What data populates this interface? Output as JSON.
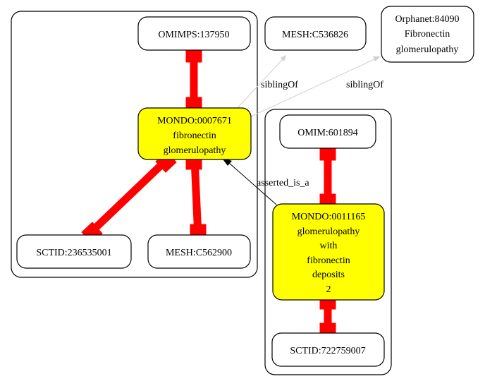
{
  "nodes": {
    "omimps_137950": {
      "lines": [
        "OMIMPS:137950"
      ]
    },
    "mesh_c536826": {
      "lines": [
        "MESH:C536826"
      ]
    },
    "orphanet_84090": {
      "lines": [
        "Orphanet:84090",
        "Fibronectin",
        "glomerulopathy"
      ]
    },
    "mondo_0007671": {
      "lines": [
        "MONDO:0007671",
        "fibronectin",
        "glomerulopathy"
      ]
    },
    "omim_601894": {
      "lines": [
        "OMIM:601894"
      ]
    },
    "sctid_236535001": {
      "lines": [
        "SCTID:236535001"
      ]
    },
    "mesh_c562900": {
      "lines": [
        "MESH:C562900"
      ]
    },
    "mondo_0011165": {
      "lines": [
        "MONDO:0011165",
        "glomerulopathy",
        "with",
        "fibronectin",
        "deposits",
        "2"
      ]
    },
    "sctid_722759007": {
      "lines": [
        "SCTID:722759007"
      ]
    }
  },
  "edges": {
    "sibling_of_mesh": "siblingOf",
    "sibling_of_orphanet": "siblingOf",
    "asserted_is_a": "asserted_is_a"
  },
  "colors": {
    "highlight_fill": "#ffff00",
    "equivalence_edge": "#ff0000",
    "sibling_edge": "#d0d0d0",
    "is_a_edge": "#000000"
  }
}
